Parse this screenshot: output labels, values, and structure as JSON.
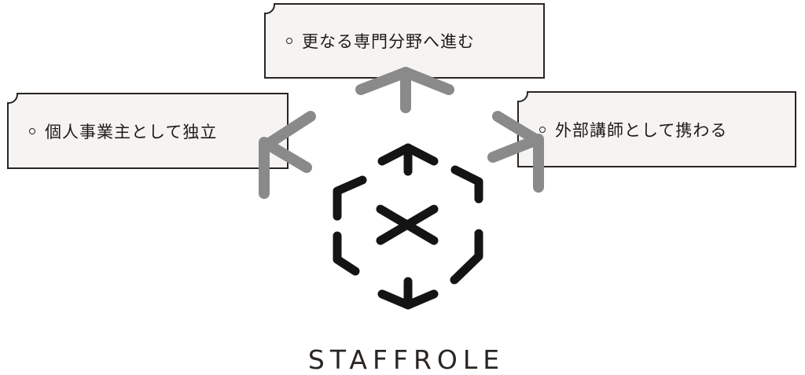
{
  "options": {
    "top": "更なる専門分野へ進む",
    "left": "個人事業主として独立",
    "right": "外部講師として携わる"
  },
  "brand": {
    "name": "STAFFROLE"
  },
  "colors": {
    "arrow": "#8a8a8a",
    "logo": "#141414",
    "box_fill": "#f5f4f2",
    "box_border": "#2a2522"
  }
}
